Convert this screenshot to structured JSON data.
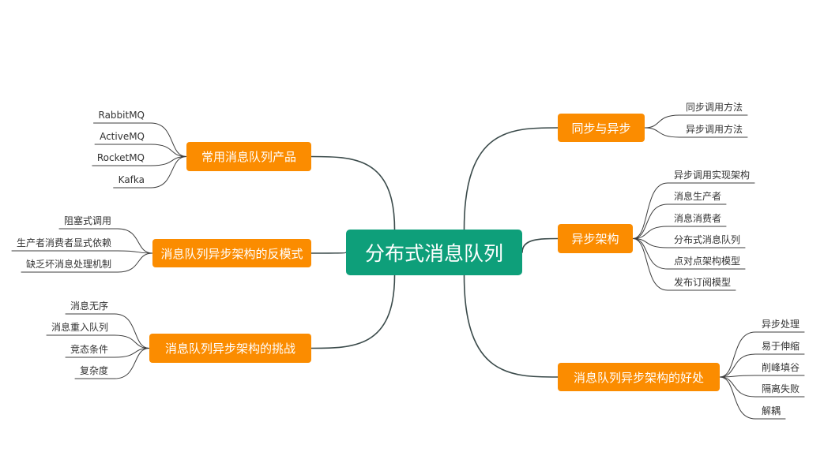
{
  "diagram": {
    "central": "分布式消息队列",
    "branches": {
      "sync_async": {
        "label": "同步与异步",
        "leaves": [
          "同步调用方法",
          "异步调用方法"
        ]
      },
      "async_arch": {
        "label": "异步架构",
        "leaves": [
          "异步调用实现架构",
          "消息生产者",
          "消息消费者",
          "分布式消息队列",
          "点对点架构模型",
          "发布订阅模型"
        ]
      },
      "benefits": {
        "label": "消息队列异步架构的好处",
        "leaves": [
          "异步处理",
          "易于伸缩",
          "削峰填谷",
          "隔离失败",
          "解耦"
        ]
      },
      "products": {
        "label": "常用消息队列产品",
        "leaves": [
          "RabbitMQ",
          "ActiveMQ",
          "RocketMQ",
          "Kafka"
        ]
      },
      "anti_patterns": {
        "label": "消息队列异步架构的反模式",
        "leaves": [
          "阻塞式调用",
          "生产者消费者显式依赖",
          "缺乏坏消息处理机制"
        ]
      },
      "challenges": {
        "label": "消息队列异步架构的挑战",
        "leaves": [
          "消息无序",
          "消息重入队列",
          "竞态条件",
          "复杂度"
        ]
      }
    }
  }
}
